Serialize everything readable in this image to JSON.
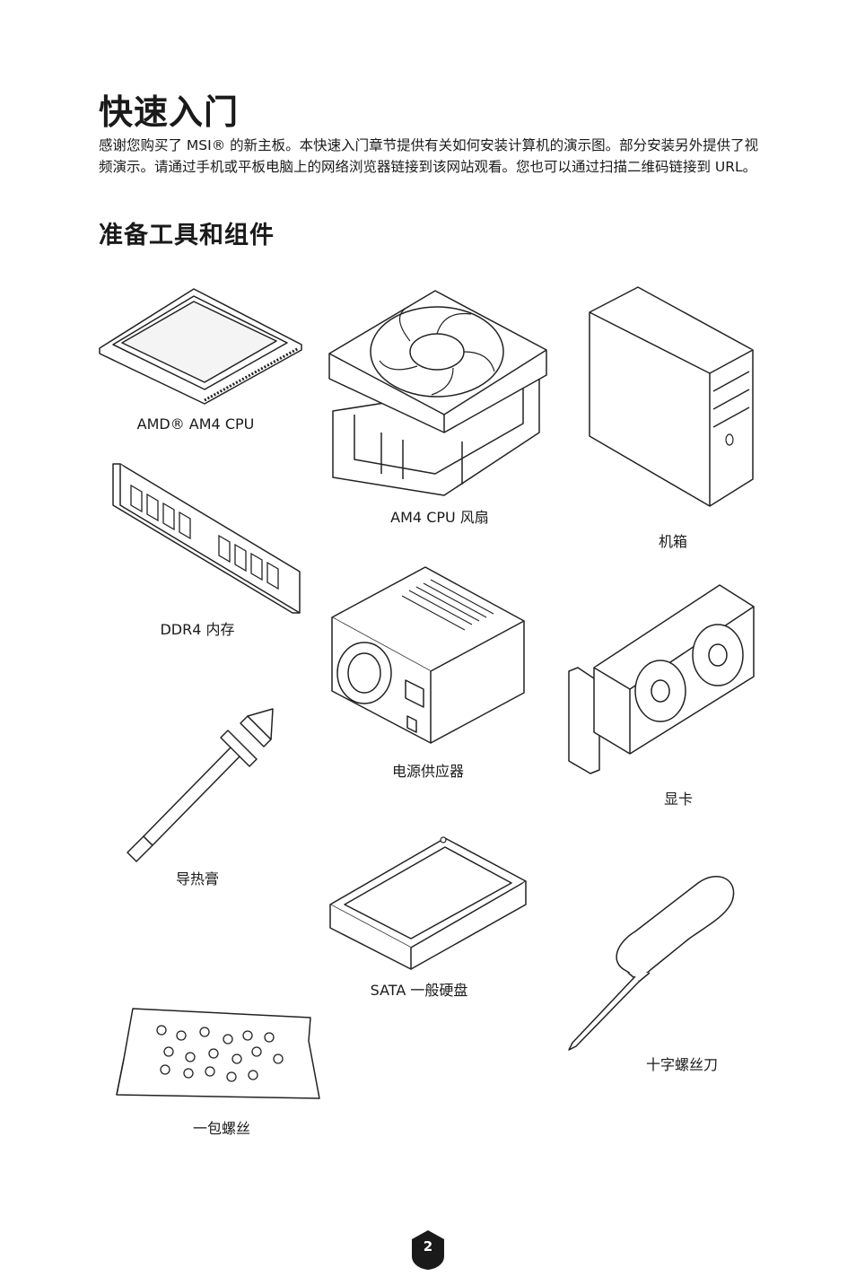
{
  "page": {
    "title": "快速入门",
    "intro": "感谢您购买了 MSI® 的新主板。本快速入门章节提供有关如何安装计算机的演示图。部分安装另外提供了视频演示。请通过手机或平板电脑上的网络浏览器链接到该网站观看。您也可以通过扫描二维码链接到 URL。",
    "section_title": "准备工具和组件",
    "page_number": "2"
  },
  "items": {
    "cpu": "AMD® AM4 CPU",
    "cooler": "AM4 CPU 风扇",
    "case": "机箱",
    "ram": "DDR4 内存",
    "psu": "电源供应器",
    "gpu": "显卡",
    "paste": "导热膏",
    "hdd": "SATA 一般硬盘",
    "screwdriver": "十字螺丝刀",
    "screws": "一包螺丝"
  }
}
